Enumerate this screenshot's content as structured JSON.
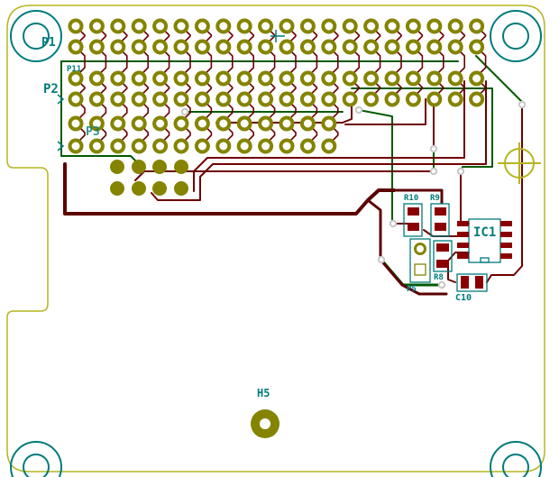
{
  "labels": {
    "p1": "P1",
    "p11": "P11",
    "p2": "P2",
    "p3": "P3",
    "r10": "R10",
    "r9": "R9",
    "ic1": "IC1",
    "r8": "R8",
    "p5": "P5",
    "c10": "C10",
    "h5": "H5"
  },
  "colors": {
    "edge_cuts": "#b5b521",
    "pad": "#848400",
    "silkscreen": "#007b7b",
    "front_copper": "#6e0000",
    "smd_pad": "#8a0000",
    "back_copper": "#005a00",
    "via": "#c8c8c8"
  }
}
